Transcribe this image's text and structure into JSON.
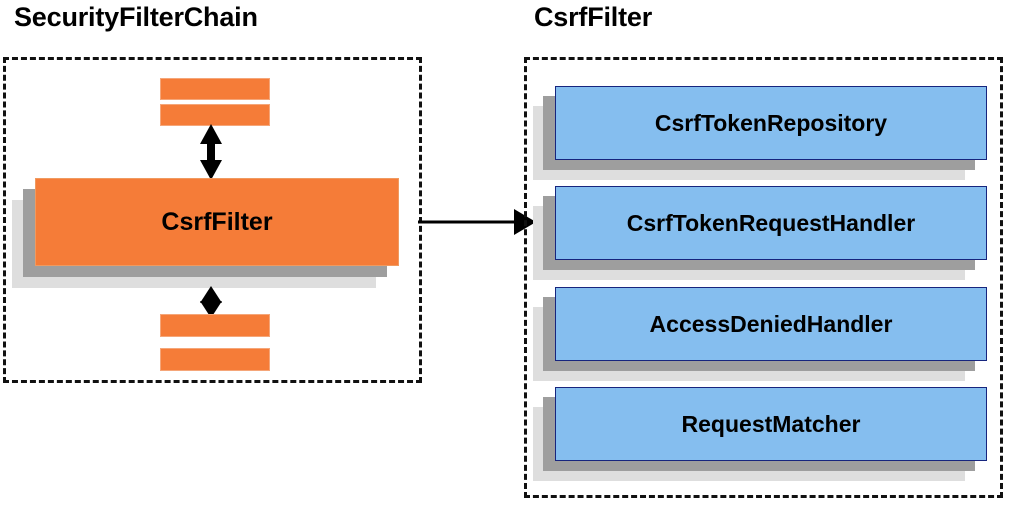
{
  "diagram": {
    "type": "architecture-block-diagram",
    "background_color": "#ffffff",
    "panels": [
      {
        "id": "security-filter-chain",
        "title": "SecurityFilterChain",
        "border_style": "dashed",
        "border_color": "#111111",
        "items": {
          "filter_slices_top": [
            "",
            ""
          ],
          "main_box": {
            "label": "CsrfFilter",
            "fill_color": "#f57c38",
            "text_color": "#000000"
          },
          "filter_slices_bottom": [
            "",
            ""
          ]
        },
        "connectors": [
          {
            "name": "arrow-up",
            "style": "double-headed-vertical"
          },
          {
            "name": "arrow-down",
            "style": "double-headed-vertical"
          }
        ]
      },
      {
        "id": "csrf-filter",
        "title": "CsrfFilter",
        "border_style": "dashed",
        "border_color": "#111111",
        "components": [
          {
            "label": "CsrfTokenRepository",
            "fill_color": "#85beef",
            "border_color": "#17257e"
          },
          {
            "label": "CsrfTokenRequestHandler",
            "fill_color": "#85beef",
            "border_color": "#17257e"
          },
          {
            "label": "AccessDeniedHandler",
            "fill_color": "#85beef",
            "border_color": "#17257e"
          },
          {
            "label": "RequestMatcher",
            "fill_color": "#85beef",
            "border_color": "#17257e"
          }
        ]
      }
    ],
    "cross_panel_arrow": {
      "name": "csrffilter-expands-to-arrow",
      "style": "single-headed-horizontal",
      "from": "CsrfFilter",
      "to": "CsrfFilter detail panel",
      "color": "#000000"
    },
    "colors": {
      "orange_fill": "#f57c38",
      "orange_border": "#f5a679",
      "blue_fill": "#85beef",
      "blue_border": "#17257e",
      "shadow_near": "#9e9e9e",
      "shadow_far": "#dedede",
      "text": "#000000"
    }
  }
}
